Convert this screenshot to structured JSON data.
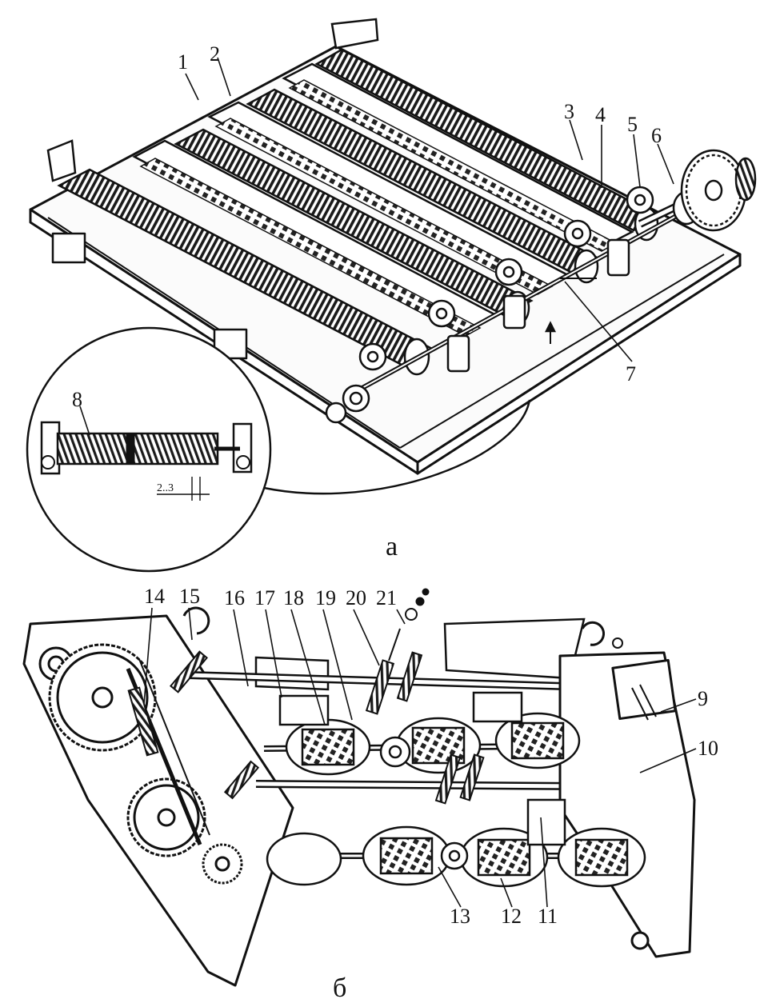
{
  "figure": {
    "panel_a": {
      "letter": "а",
      "labels": [
        "1",
        "2",
        "3",
        "4",
        "5",
        "6",
        "7",
        "8"
      ],
      "inset_dimension": "2..3"
    },
    "panel_b": {
      "letter": "б",
      "labels": [
        "9",
        "10",
        "11",
        "12",
        "13",
        "14",
        "15",
        "16",
        "17",
        "18",
        "19",
        "20",
        "21"
      ]
    }
  }
}
